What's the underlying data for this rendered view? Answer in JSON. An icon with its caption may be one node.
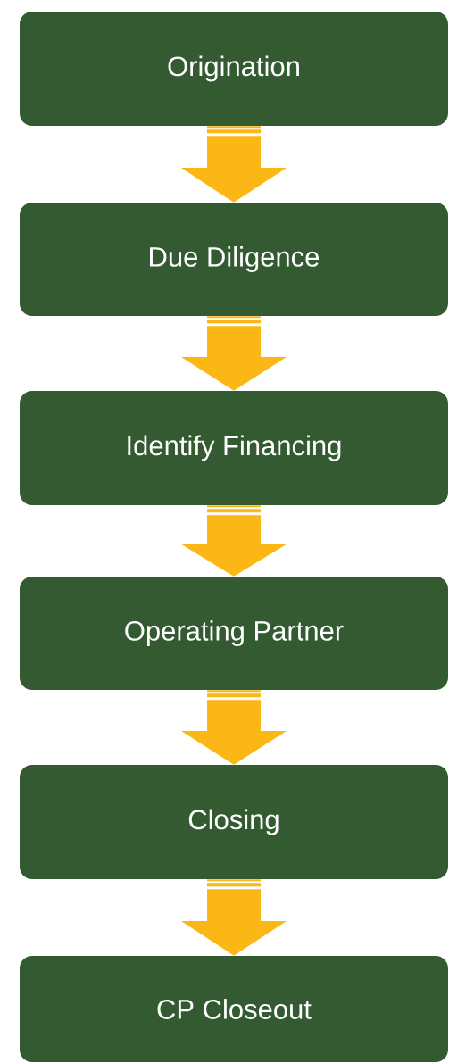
{
  "diagram": {
    "nodes": [
      {
        "text": [
          "Origination"
        ]
      },
      {
        "text": [
          "Due Diligence"
        ]
      },
      {
        "text": [
          "Identify Financing"
        ]
      },
      {
        "text": [
          "Operating Partner"
        ]
      },
      {
        "text": [
          "Closing"
        ]
      },
      {
        "text": [
          "CP Closeout"
        ]
      }
    ],
    "edges": [
      {
        "from": 0,
        "to": 1,
        "arrow": "to"
      },
      {
        "from": 1,
        "to": 2,
        "arrow": "to"
      },
      {
        "from": 2,
        "to": 3,
        "arrow": "to"
      },
      {
        "from": 3,
        "to": 4,
        "arrow": "to"
      },
      {
        "from": 4,
        "to": 5,
        "arrow": "to"
      }
    ]
  }
}
